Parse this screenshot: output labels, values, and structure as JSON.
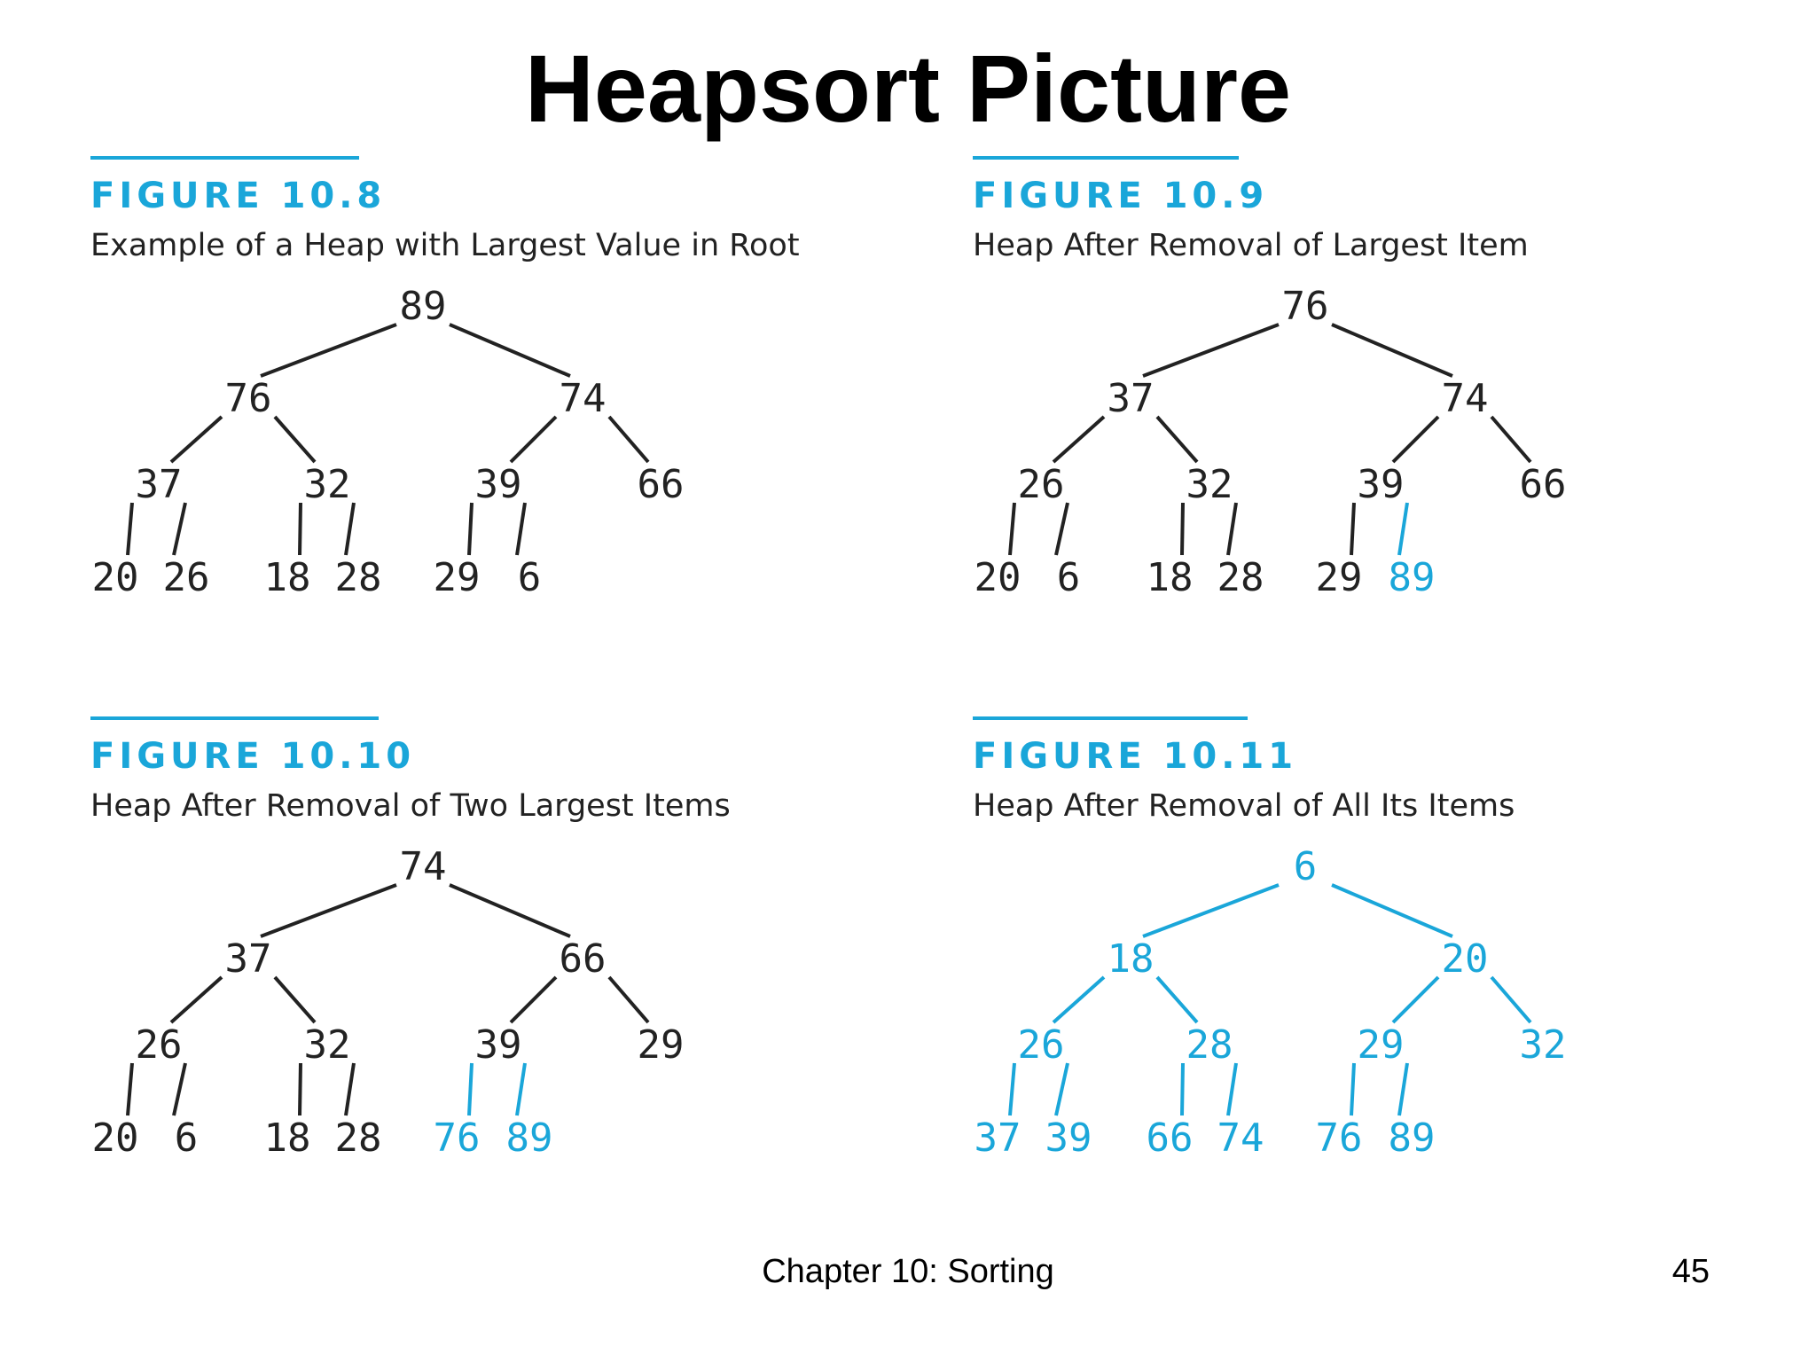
{
  "title": "Heapsort Picture",
  "footer": {
    "chapter": "Chapter 10: Sorting",
    "page": "45"
  },
  "colors": {
    "accent": "#1aa6d9",
    "node_normal": "#222222",
    "node_sorted": "#1aa6d9"
  },
  "figures": [
    {
      "label": "FIGURE 10.8",
      "caption": "Example of a Heap with Largest Value in Root",
      "tree": [
        89,
        76,
        74,
        37,
        32,
        39,
        66,
        20,
        26,
        18,
        28,
        29,
        6
      ],
      "sorted_count": 0
    },
    {
      "label": "FIGURE 10.9",
      "caption": "Heap After Removal of Largest Item",
      "tree": [
        76,
        37,
        74,
        26,
        32,
        39,
        66,
        20,
        6,
        18,
        28,
        29,
        89
      ],
      "sorted_count": 1
    },
    {
      "label": "FIGURE 10.10",
      "caption": "Heap After Removal of Two Largest Items",
      "tree": [
        74,
        37,
        66,
        26,
        32,
        39,
        29,
        20,
        6,
        18,
        28,
        76,
        89
      ],
      "sorted_count": 2
    },
    {
      "label": "FIGURE 10.11",
      "caption": "Heap After Removal of All Its Items",
      "tree": [
        6,
        18,
        20,
        26,
        28,
        29,
        32,
        37,
        39,
        66,
        74,
        76,
        89
      ],
      "sorted_count": 13
    }
  ]
}
